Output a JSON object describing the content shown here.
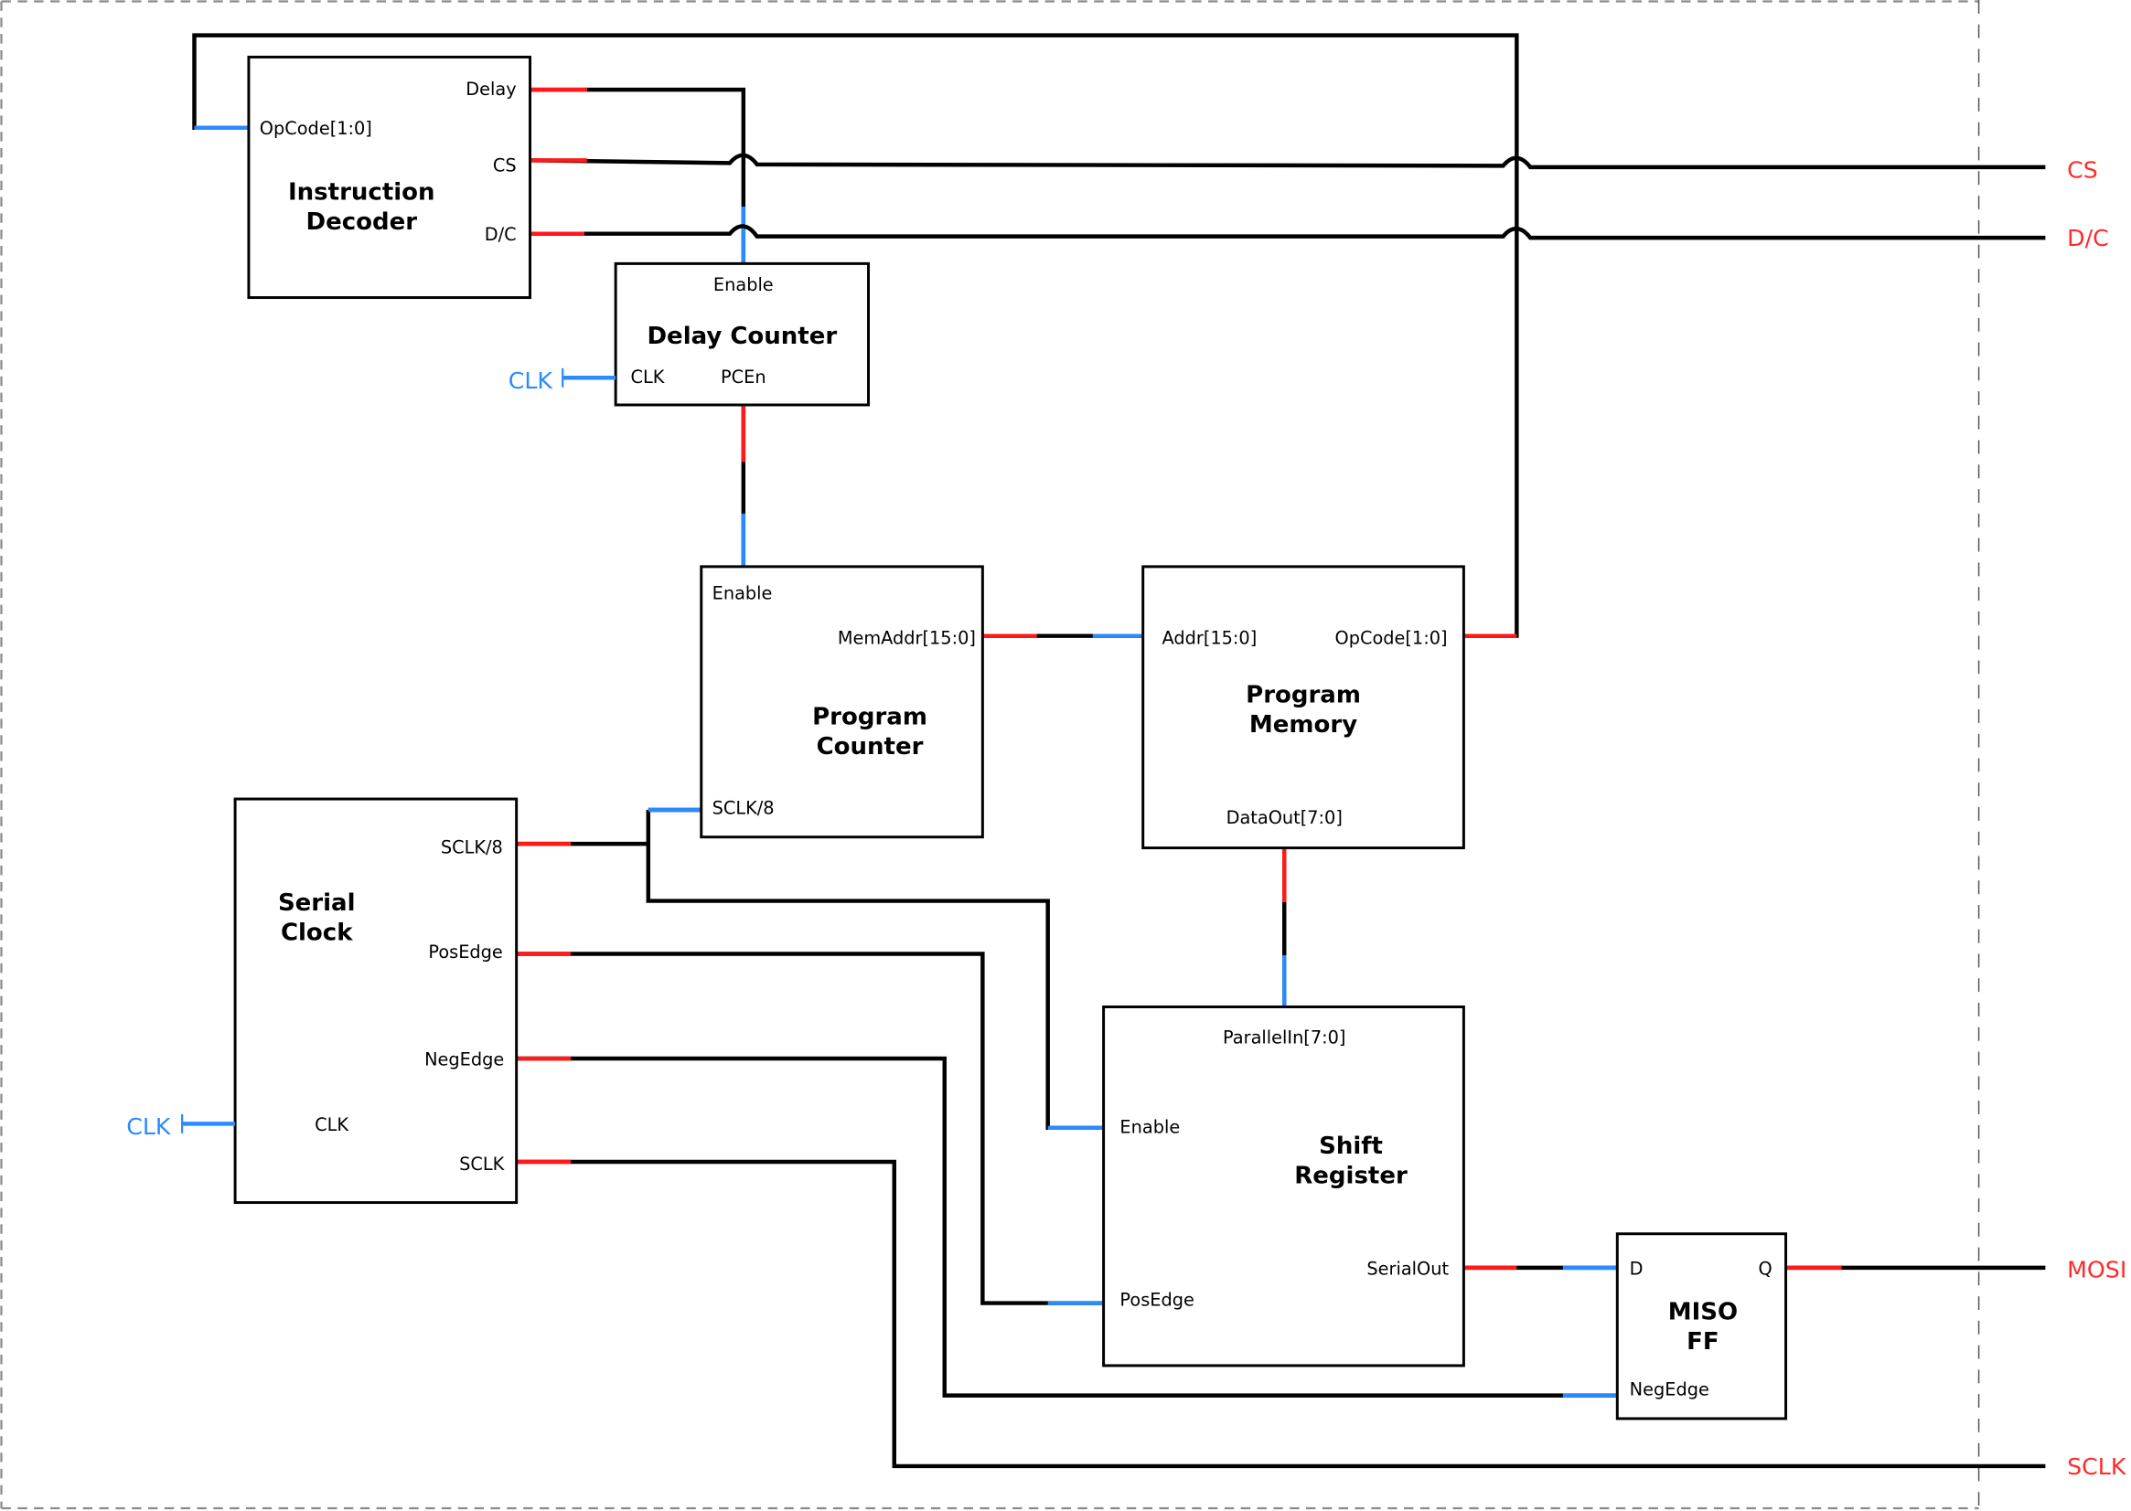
{
  "diagram": {
    "title": "SPI controller block diagram",
    "colors": {
      "output_stub": "#ff1a1a",
      "input_stub": "#2a8bff",
      "wire": "#000000",
      "external_output": "#ff2a2a",
      "external_input": "#2a8bff"
    },
    "blocks": [
      {
        "id": "instruction_decoder",
        "title": [
          "Instruction",
          "Decoder"
        ],
        "pins": {
          "opcode": "OpCode[1:0]",
          "delay": "Delay",
          "cs": "CS",
          "dc": "D/C"
        }
      },
      {
        "id": "delay_counter",
        "title": [
          "Delay Counter"
        ],
        "pins": {
          "enable": "Enable",
          "clk": "CLK",
          "pcen": "PCEn"
        }
      },
      {
        "id": "program_counter",
        "title": [
          "Program",
          "Counter"
        ],
        "pins": {
          "enable": "Enable",
          "memaddr": "MemAddr[15:0]",
          "sclk8": "SCLK/8"
        }
      },
      {
        "id": "program_memory",
        "title": [
          "Program",
          "Memory"
        ],
        "pins": {
          "addr": "Addr[15:0]",
          "opcode": "OpCode[1:0]",
          "dataout": "DataOut[7:0]"
        }
      },
      {
        "id": "serial_clock",
        "title": [
          "Serial",
          "Clock"
        ],
        "pins": {
          "sclk8": "SCLK/8",
          "posedge": "PosEdge",
          "negedge": "NegEdge",
          "clk": "CLK",
          "sclk": "SCLK"
        }
      },
      {
        "id": "shift_register",
        "title": [
          "Shift",
          "Register"
        ],
        "pins": {
          "parallelin": "ParallelIn[7:0]",
          "enable": "Enable",
          "posedge": "PosEdge",
          "serialout": "SerialOut"
        }
      },
      {
        "id": "miso_ff",
        "title": [
          "MISO",
          "FF"
        ],
        "pins": {
          "d": "D",
          "q": "Q",
          "negedge": "NegEdge"
        }
      }
    ],
    "external_inputs": [
      {
        "id": "clk_delay_counter",
        "label": "CLK"
      },
      {
        "id": "clk_serial_clock",
        "label": "CLK"
      }
    ],
    "external_outputs": [
      {
        "id": "cs",
        "label": "CS"
      },
      {
        "id": "dc",
        "label": "D/C"
      },
      {
        "id": "mosi",
        "label": "MOSI"
      },
      {
        "id": "sclk",
        "label": "SCLK"
      }
    ],
    "connections": [
      {
        "from": "program_memory.opcode",
        "to": "instruction_decoder.opcode"
      },
      {
        "from": "instruction_decoder.delay",
        "to": "delay_counter.enable"
      },
      {
        "from": "instruction_decoder.cs",
        "to": "output:cs"
      },
      {
        "from": "instruction_decoder.dc",
        "to": "output:dc"
      },
      {
        "from": "delay_counter.pcen",
        "to": "program_counter.enable"
      },
      {
        "from": "program_counter.memaddr",
        "to": "program_memory.addr"
      },
      {
        "from": "program_memory.dataout",
        "to": "shift_register.parallelin"
      },
      {
        "from": "serial_clock.sclk8",
        "to": "program_counter.sclk8"
      },
      {
        "from": "serial_clock.sclk8",
        "to": "shift_register.enable"
      },
      {
        "from": "serial_clock.posedge",
        "to": "shift_register.posedge"
      },
      {
        "from": "serial_clock.negedge",
        "to": "miso_ff.negedge"
      },
      {
        "from": "serial_clock.sclk",
        "to": "output:sclk"
      },
      {
        "from": "shift_register.serialout",
        "to": "miso_ff.d"
      },
      {
        "from": "miso_ff.q",
        "to": "output:mosi"
      }
    ]
  }
}
